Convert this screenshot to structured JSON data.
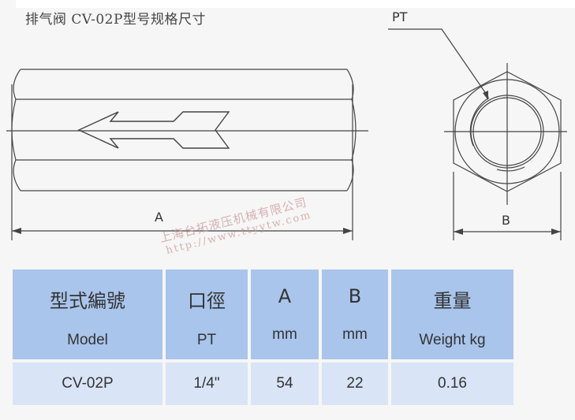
{
  "title": "排气阀 CV-02P型号规格尺寸",
  "drawing": {
    "side_view_dimension_label": "A",
    "end_view_dimension_label": "B",
    "thread_callout": "PT",
    "line_color": "#444444"
  },
  "watermark": {
    "company": "上海台拓液压机械有限公司",
    "url": "http://www.ttyytw.com"
  },
  "table": {
    "header_color": "#a9c5ec",
    "row_color": "#d9e5f6",
    "columns": [
      {
        "cn": "型式編號",
        "en": "Model"
      },
      {
        "cn": "口徑",
        "en": "PT"
      },
      {
        "cn": "A",
        "en": "mm"
      },
      {
        "cn": "B",
        "en": "mm"
      },
      {
        "cn": "重量",
        "en": "Weight kg"
      }
    ],
    "rows": [
      [
        "CV-02P",
        "1/4\"",
        "54",
        "22",
        "0.16"
      ]
    ]
  }
}
